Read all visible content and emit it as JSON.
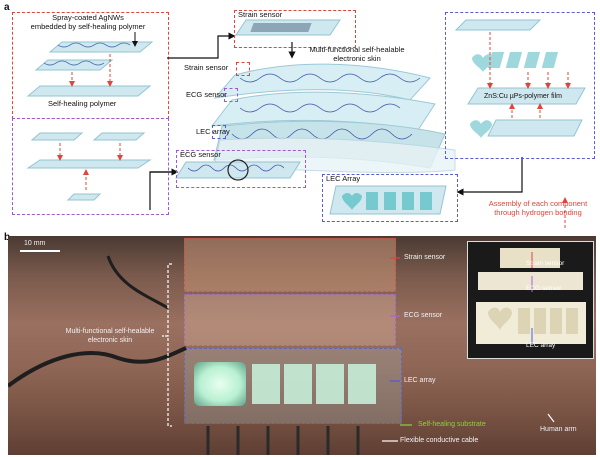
{
  "panel_a": {
    "letter": "a",
    "spray_label_1": "Spray-coated AgNWs",
    "spray_label_2": "embedded by self-healing polymer",
    "self_healing_polymer": "Self-healing polymer",
    "strain_sensor_title": "Strain sensor",
    "skin_title_1": "Multi-functional self-healable",
    "skin_title_2": "electronic skin",
    "skin_strain": "Strain sensor",
    "skin_ecg": "ECG sensor",
    "skin_lec": "LEC array",
    "ecg_title": "ECG sensor",
    "lec_title": "LEC Array",
    "zns_film": "ZnS:Cu µPs-polymer film",
    "assembly_1": "Assembly of each component",
    "assembly_2": "through hydrogen bonding"
  },
  "panel_b": {
    "letter": "b",
    "scale_bar": "10 mm",
    "strain_sensor": "Strain sensor",
    "ecg_sensor": "ECG sensor",
    "lec_array": "LEC array",
    "skin_1": "Multi-functional self-healable",
    "skin_2": "electronic skin",
    "substrate": "Self-healing substrate",
    "cable": "Flexible conductive cable",
    "arm": "Human arm",
    "inset_strain": "Strain sensor",
    "inset_ecg": "ECG sensor",
    "inset_lec": "LEC array"
  },
  "colors": {
    "red": "#e0443a",
    "purple": "#9b59d6",
    "blue": "#4a5be0",
    "green": "#8fd13a",
    "sheet": "#cfe8ef",
    "glow": "#c9f5dd"
  }
}
